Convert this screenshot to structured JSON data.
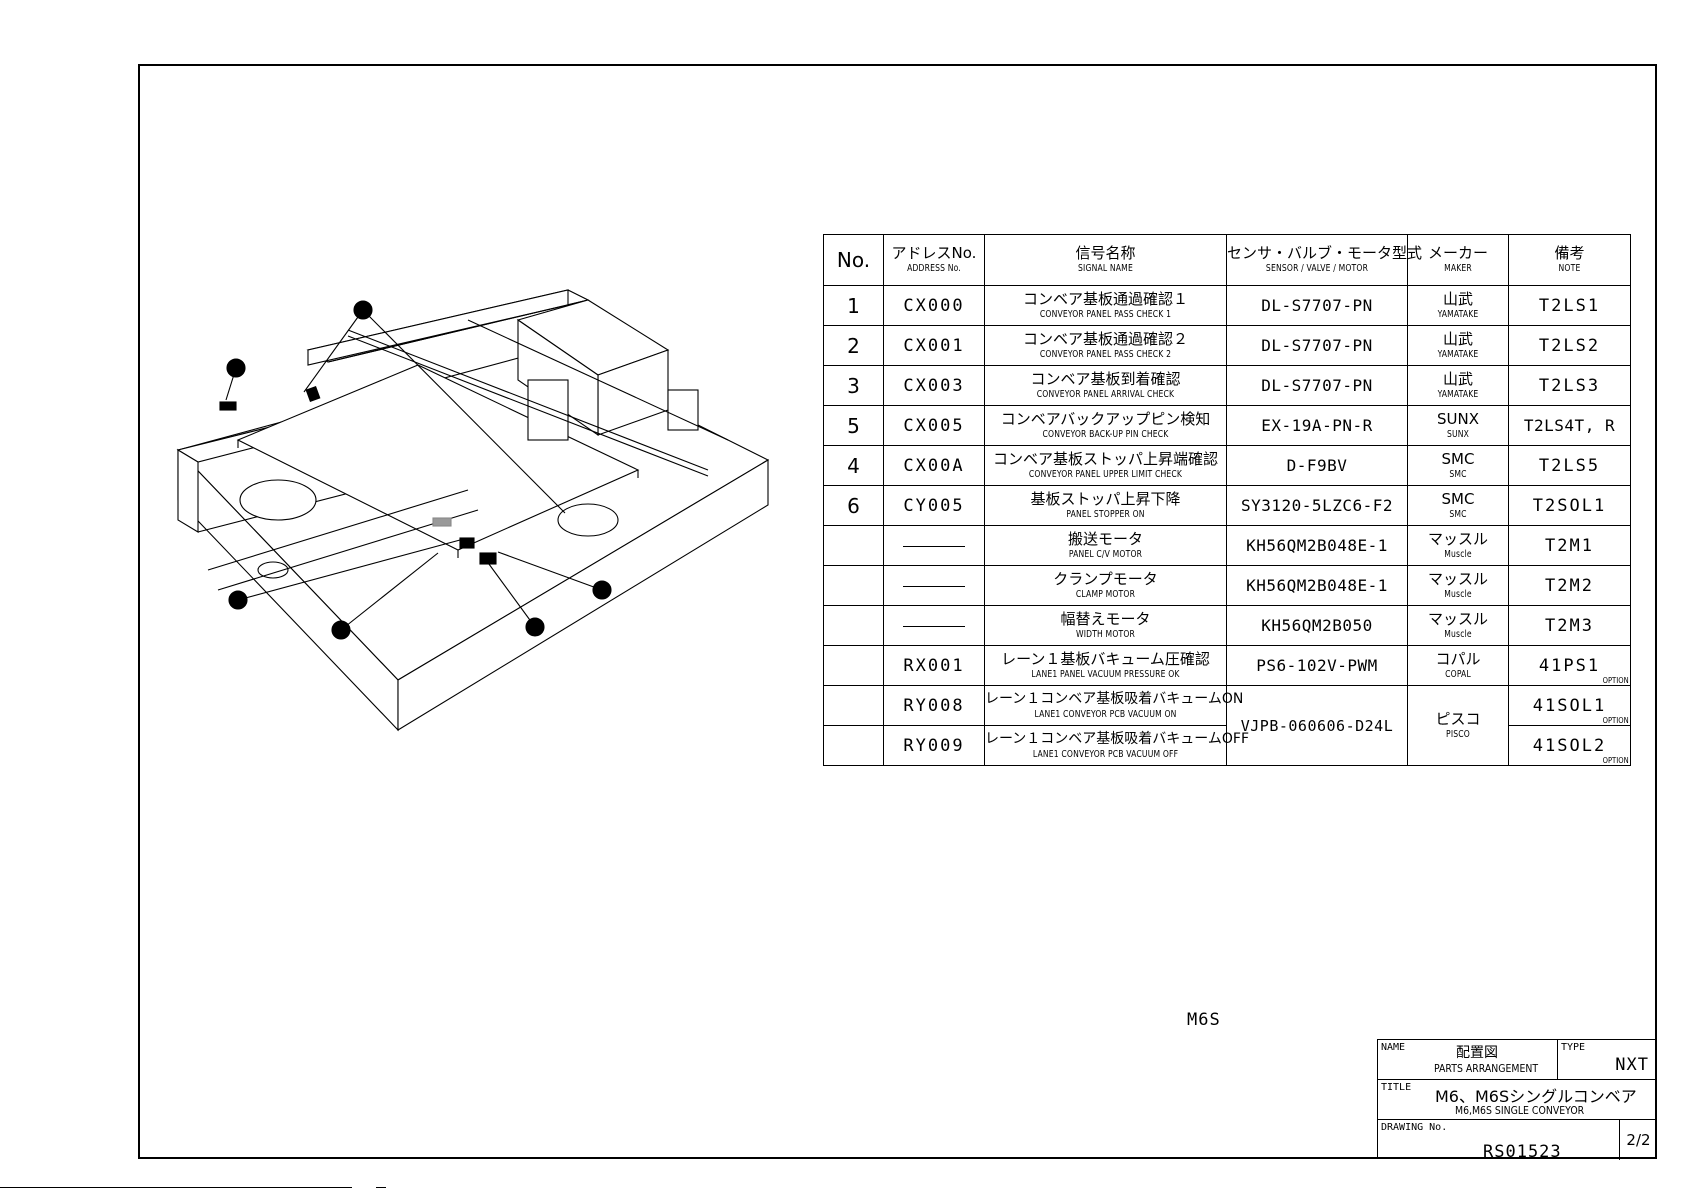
{
  "table": {
    "headers": {
      "no": "No.",
      "address_jp": "アドレスNo.",
      "address_en": "ADDRESS No.",
      "signal_jp": "信号名称",
      "signal_en": "SIGNAL NAME",
      "sensor_jp": "センサ・バルブ・モータ型式",
      "sensor_en": "SENSOR / VALVE / MOTOR",
      "maker_jp": "メーカー",
      "maker_en": "MAKER",
      "note_jp": "備考",
      "note_en": "NOTE"
    },
    "rows": [
      {
        "no": "1",
        "address": "CX000",
        "signal_jp": "コンベア基板通過確認１",
        "signal_en": "CONVEYOR PANEL PASS CHECK 1",
        "model": "DL-S7707-PN",
        "maker_jp": "山武",
        "maker_en": "YAMATAKE",
        "note": "T2LS1"
      },
      {
        "no": "2",
        "address": "CX001",
        "signal_jp": "コンベア基板通過確認２",
        "signal_en": "CONVEYOR PANEL PASS CHECK 2",
        "model": "DL-S7707-PN",
        "maker_jp": "山武",
        "maker_en": "YAMATAKE",
        "note": "T2LS2"
      },
      {
        "no": "3",
        "address": "CX003",
        "signal_jp": "コンベア基板到着確認",
        "signal_en": "CONVEYOR PANEL ARRIVAL CHECK",
        "model": "DL-S7707-PN",
        "maker_jp": "山武",
        "maker_en": "YAMATAKE",
        "note": "T2LS3"
      },
      {
        "no": "5",
        "address": "CX005",
        "signal_jp": "コンベアバックアップピン検知",
        "signal_en": "CONVEYOR BACK-UP PIN CHECK",
        "model": "EX-19A-PN-R",
        "maker_jp": "SUNX",
        "maker_en": "SUNX",
        "note": "T2LS4T, R"
      },
      {
        "no": "4",
        "address": "CX00A",
        "signal_jp": "コンベア基板ストッパ上昇端確認",
        "signal_en": "CONVEYOR PANEL UPPER LIMIT CHECK",
        "model": "D-F9BV",
        "maker_jp": "SMC",
        "maker_en": "SMC",
        "note": "T2LS5"
      },
      {
        "no": "6",
        "address": "CY005",
        "signal_jp": "基板ストッパ上昇下降",
        "signal_en": "PANEL STOPPER ON",
        "model": "SY3120-5LZC6-F2",
        "maker_jp": "SMC",
        "maker_en": "SMC",
        "note": "T2SOL1"
      },
      {
        "no": "",
        "address": "",
        "signal_jp": "搬送モータ",
        "signal_en": "PANEL C/V MOTOR",
        "model": "KH56QM2B048E-1",
        "maker_jp": "マッスル",
        "maker_en": "Muscle",
        "note": "T2M1"
      },
      {
        "no": "",
        "address": "",
        "signal_jp": "クランプモータ",
        "signal_en": "CLAMP MOTOR",
        "model": "KH56QM2B048E-1",
        "maker_jp": "マッスル",
        "maker_en": "Muscle",
        "note": "T2M2"
      },
      {
        "no": "",
        "address": "",
        "signal_jp": "幅替えモータ",
        "signal_en": "WIDTH MOTOR",
        "model": "KH56QM2B050",
        "maker_jp": "マッスル",
        "maker_en": "Muscle",
        "note": "T2M3"
      },
      {
        "no": "",
        "address": "RX001",
        "signal_jp": "レーン１基板バキューム圧確認",
        "signal_en": "LANE1 PANEL VACUUM PRESSURE OK",
        "model": "PS6-102V-PWM",
        "maker_jp": "コパル",
        "maker_en": "COPAL",
        "note": "41PS1",
        "note_option": "OPTION"
      },
      {
        "no": "",
        "address": "RY008",
        "signal_jp": "レーン１コンベア基板吸着バキュームON",
        "signal_en": "LANE1 CONVEYOR PCB VACUUM ON",
        "model": "VJPB-060606-D24L",
        "maker_jp": "ピスコ",
        "maker_en": "PISCO",
        "note": "41SOL1",
        "note_option": "OPTION"
      },
      {
        "no": "",
        "address": "RY009",
        "signal_jp": "レーン１コンベア基板吸着バキュームOFF",
        "signal_en": "LANE1 CONVEYOR PCB VACUUM OFF",
        "note": "41SOL2",
        "note_option": "OPTION"
      }
    ]
  },
  "model_label": "M6S",
  "title_block": {
    "name_label": "NAME",
    "name_jp": "配置図",
    "name_en": "PARTS ARRANGEMENT",
    "type_label": "TYPE",
    "type_value": "NXT",
    "title_label": "TITLE",
    "title_jp": "M6、M6Sシングルコンベア",
    "title_en": "M6,M6S SINGLE CONVEYOR",
    "drawing_label": "DRAWING No.",
    "drawing_no": "RS01523",
    "sheet": "2/2"
  }
}
